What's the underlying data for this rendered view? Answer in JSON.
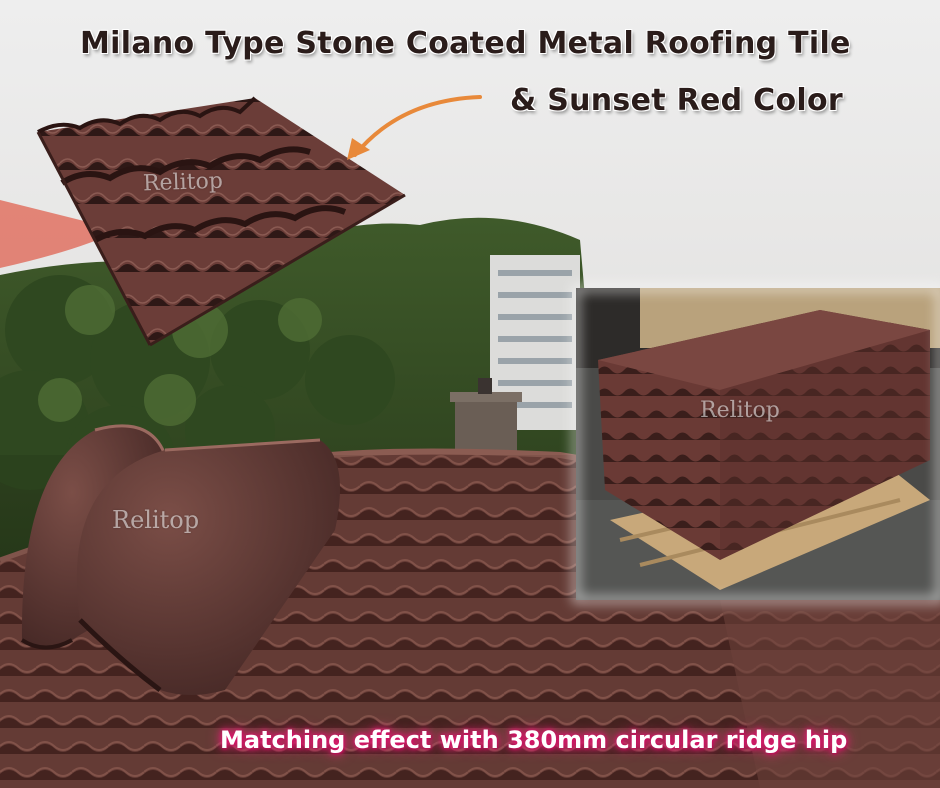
{
  "headline": {
    "line1": "Milano Type Stone Coated Metal Roofing Tile",
    "line2": "&  Sunset Red Color"
  },
  "watermark": "Relitop",
  "caption": "Matching effect with 380mm circular ridge hip",
  "colors": {
    "tile_brown": "#6a3e37",
    "tile_dark": "#3e2220",
    "arrow_orange": "#e8893a",
    "caption_glow": "#d9146b"
  },
  "icons": [
    "curved-arrow-icon"
  ]
}
